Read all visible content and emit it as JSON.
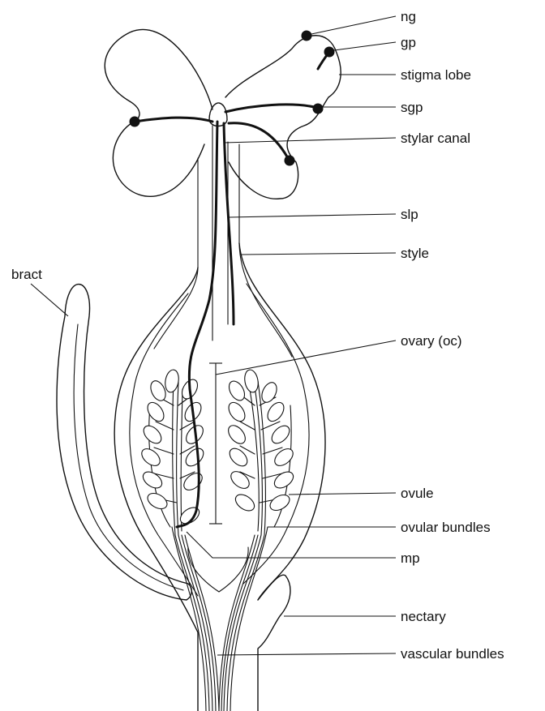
{
  "labels": {
    "ng": "ng",
    "gp": "gp",
    "stigma_lobe": "stigma lobe",
    "sgp": "sgp",
    "stylar_canal": "stylar canal",
    "slp": "slp",
    "style": "style",
    "bract": "bract",
    "ovary": "ovary (oc)",
    "ovule": "ovule",
    "ovular_bundles": "ovular bundles",
    "mp": "mp",
    "nectary": "nectary",
    "vascular_bundles": "vascular bundles"
  }
}
